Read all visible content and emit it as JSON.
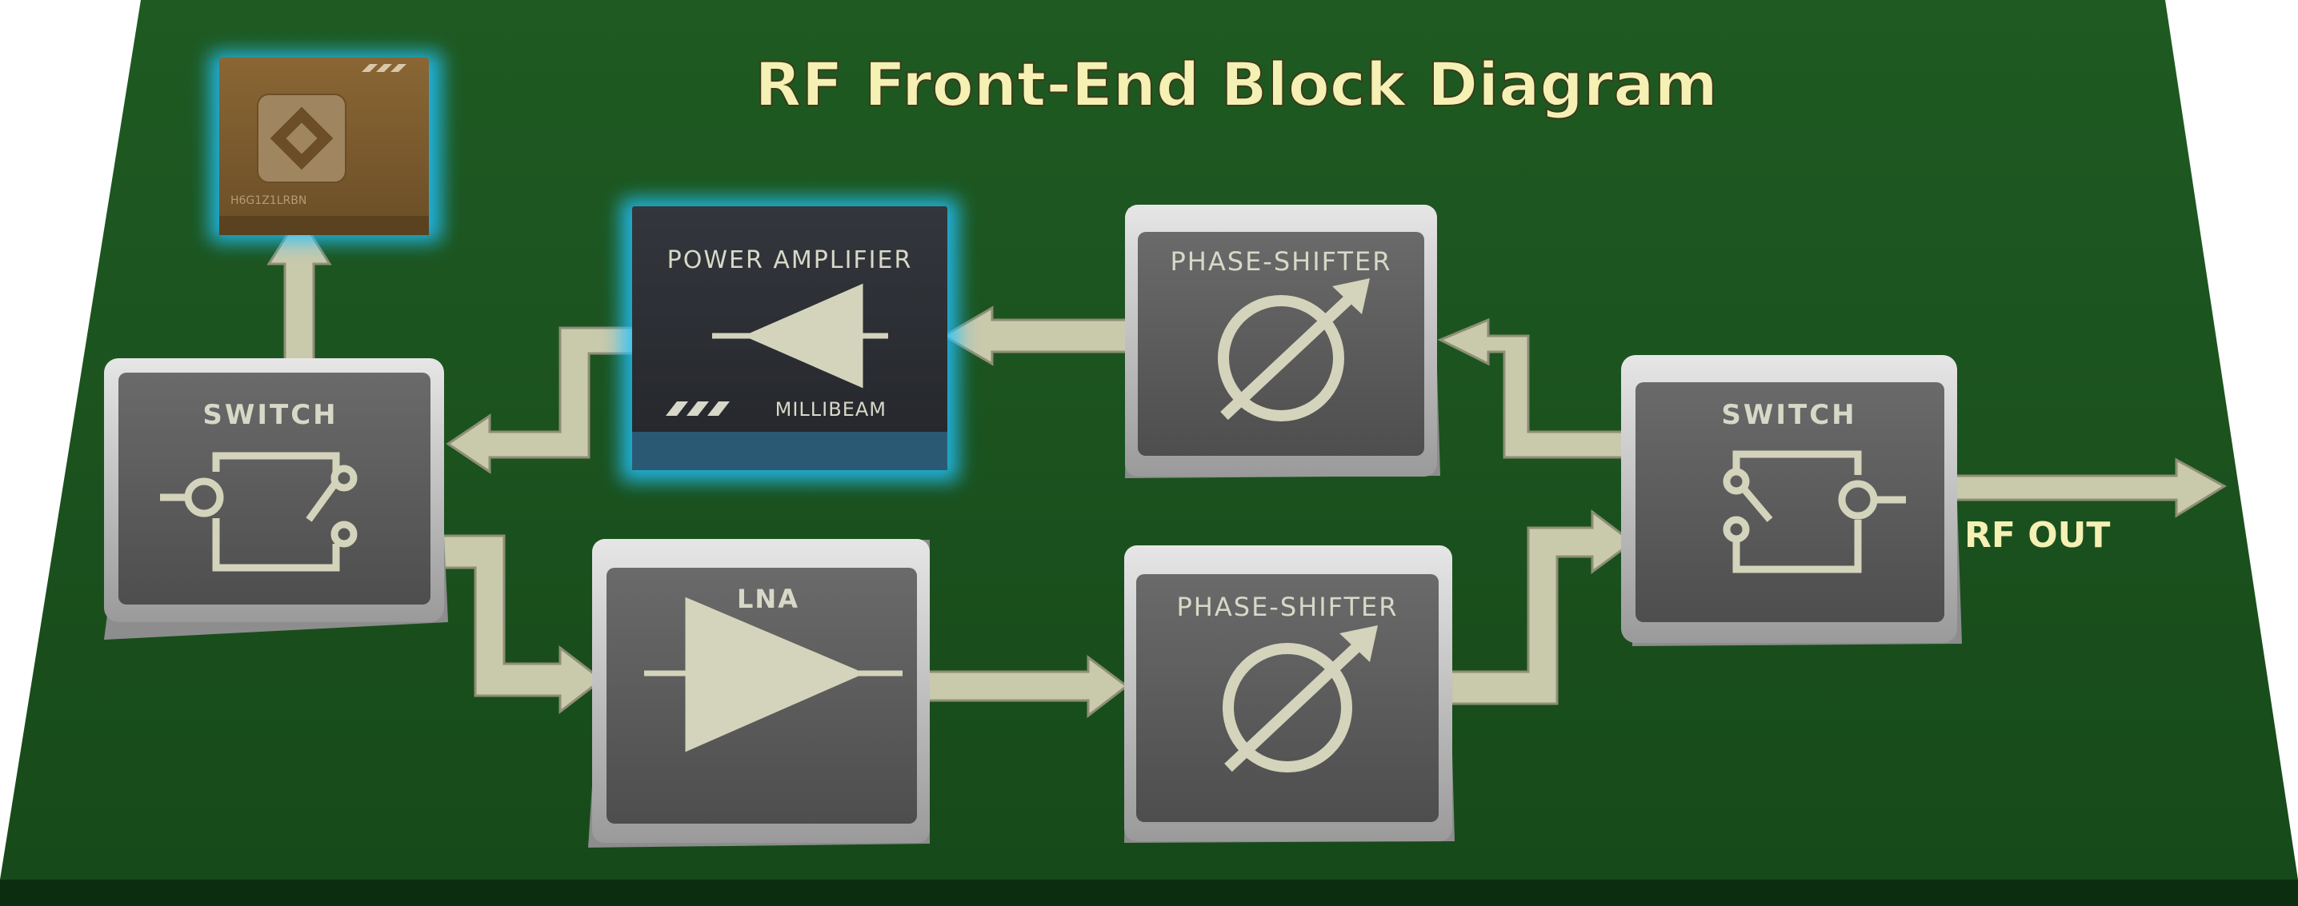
{
  "title": "RF Front-End Block Diagram",
  "chip": {
    "part_number": "H6G1Z1LRBN"
  },
  "blocks": {
    "switch_left": {
      "label": "SWITCH"
    },
    "power_amplifier": {
      "label": "POWER AMPLIFIER",
      "brand": "MILLIBEAM"
    },
    "phase_shifter_top": {
      "label": "PHASE-SHIFTER"
    },
    "lna": {
      "label": "LNA"
    },
    "phase_shifter_bottom": {
      "label": "PHASE-SHIFTER"
    },
    "switch_right": {
      "label": "SWITCH"
    }
  },
  "output_label": "RF OUT",
  "colors": {
    "board": "#1d5220",
    "board_edge": "#0f3312",
    "block_face": "#5b5b5b",
    "block_bevel": "#c9c9c9",
    "pa_face": "#2c2e33",
    "glow": "#22c3ff",
    "trace": "#c9c9ac",
    "title": "#f5f0b4",
    "chip": "#7b5a2e"
  }
}
